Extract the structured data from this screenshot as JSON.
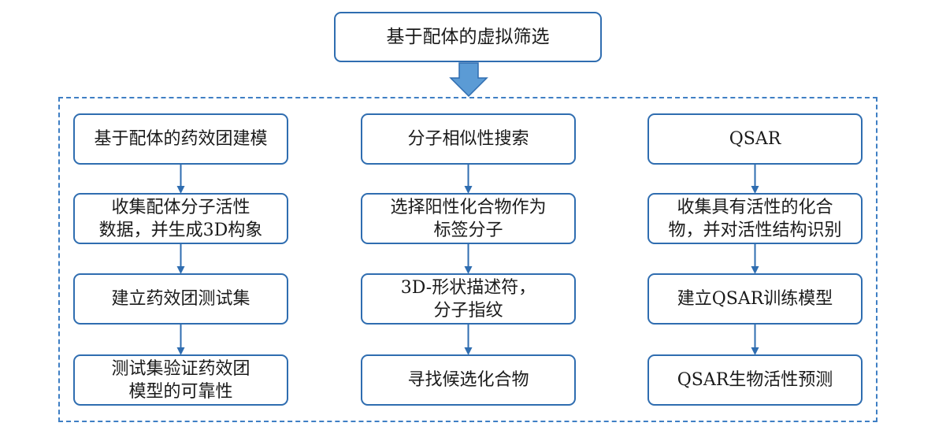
{
  "diagram": {
    "top_node": "基于配体的虚拟筛选",
    "columns": [
      {
        "name": "ligand-pharmacophore",
        "steps": [
          "基于配体的药效团建模",
          "收集配体分子活性\n数据，并生成3D构象",
          "建立药效团测试集",
          "测试集验证药效团\n模型的可靠性"
        ]
      },
      {
        "name": "molecular-similarity",
        "steps": [
          "分子相似性搜索",
          "选择阳性化合物作为\n标签分子",
          "3D-形状描述符，\n分子指纹",
          "寻找候选化合物"
        ]
      },
      {
        "name": "qsar",
        "steps": [
          "QSAR",
          "收集具有活性的化合\n物，并对活性结构识别",
          "建立QSAR训练模型",
          "QSAR生物活性预测"
        ]
      }
    ],
    "colors": {
      "box_border": "#2f6db0",
      "arrow": "#2f6db0",
      "big_arrow_fill": "#5b9bd5",
      "big_arrow_stroke": "#2f6db0",
      "dashed_frame": "#3f7fc4"
    }
  }
}
